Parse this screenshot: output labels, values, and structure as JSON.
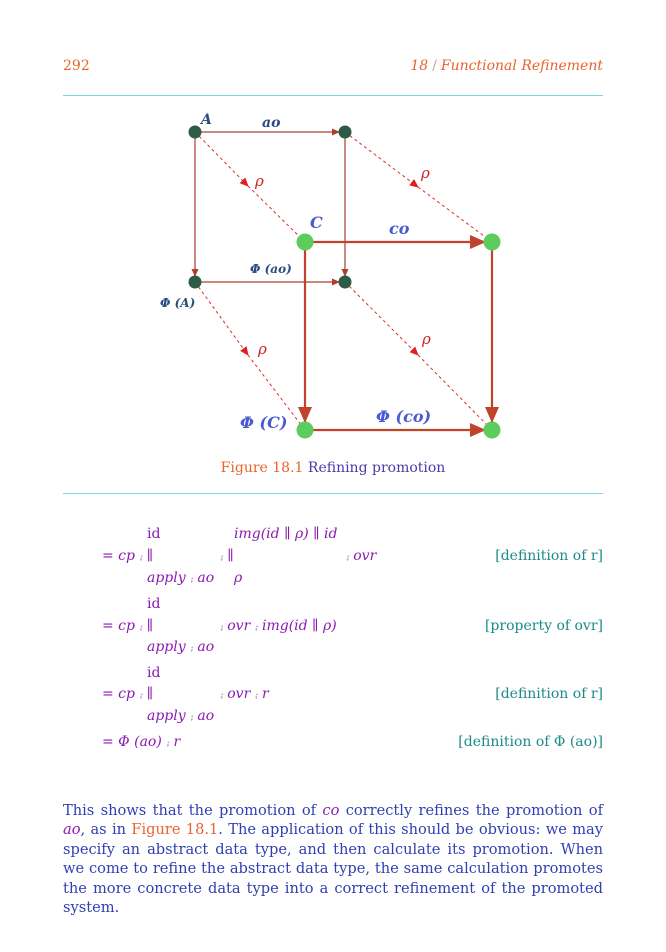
{
  "header": {
    "page_number": "292",
    "chapter_number": "18",
    "separator": "/",
    "chapter_title": "Functional Refinement"
  },
  "figure": {
    "labels": {
      "A": "A",
      "ao": "ao",
      "rho1": "ρ",
      "rho2": "ρ",
      "C": "C",
      "co": "co",
      "phi_ao": "Φ (ao)",
      "phi_A": "Φ (A)",
      "rho3": "ρ",
      "rho4": "ρ",
      "phi_C": "Φ (C)",
      "phi_co": "Φ (co)"
    },
    "caption_number": "Figure 18.1",
    "caption_text": " Refining promotion"
  },
  "derivation": {
    "s1_top_a": "id",
    "s1_top_b": "img(id ∥ ρ) ∥ id",
    "s1_mid_a": "= cp ⨾ ∥",
    "s1_mid_b": "⨾ ∥",
    "s1_mid_c": "⨾ ovr",
    "s1_bot_a": "apply ⨾ ao",
    "s1_bot_b": "ρ",
    "s1_hint": "[definition of r]",
    "s2_top": "id",
    "s2_mid_a": "= cp ⨾ ∥",
    "s2_mid_b": "⨾ ovr ⨾ img(id ∥ ρ)",
    "s2_bot": "apply ⨾ ao",
    "s2_hint": "[property of ovr]",
    "s3_top": "id",
    "s3_mid_a": "= cp ⨾ ∥",
    "s3_mid_b": "⨾ ovr ⨾ r",
    "s3_bot": "apply ⨾ ao",
    "s3_hint": "[definition of r]",
    "s4": "= Φ (ao) ⨾ r",
    "s4_hint": "[definition of Φ (ao)]"
  },
  "paragraph": {
    "t1": "This shows that the promotion of ",
    "co": "co",
    "t2": " correctly refines the promotion of ",
    "ao": "ao",
    "t3": ", as in ",
    "ref": "Figure 18.1",
    "t4": ". The application of this should be obvious: we may specify an abstract data type, and then calculate its promotion. When we come to refine the abstract data type, the same calculation promotes the more concrete data type into a correct refinement of the promoted system."
  },
  "colors": {
    "accent_orange": "#e8642c",
    "dark_node": "#2e5a48",
    "green_node": "#5ccc5c",
    "arrow_red": "#c0442c",
    "label_blue": "#4a5ad0",
    "rule_cyan": "#7fd6dc"
  }
}
